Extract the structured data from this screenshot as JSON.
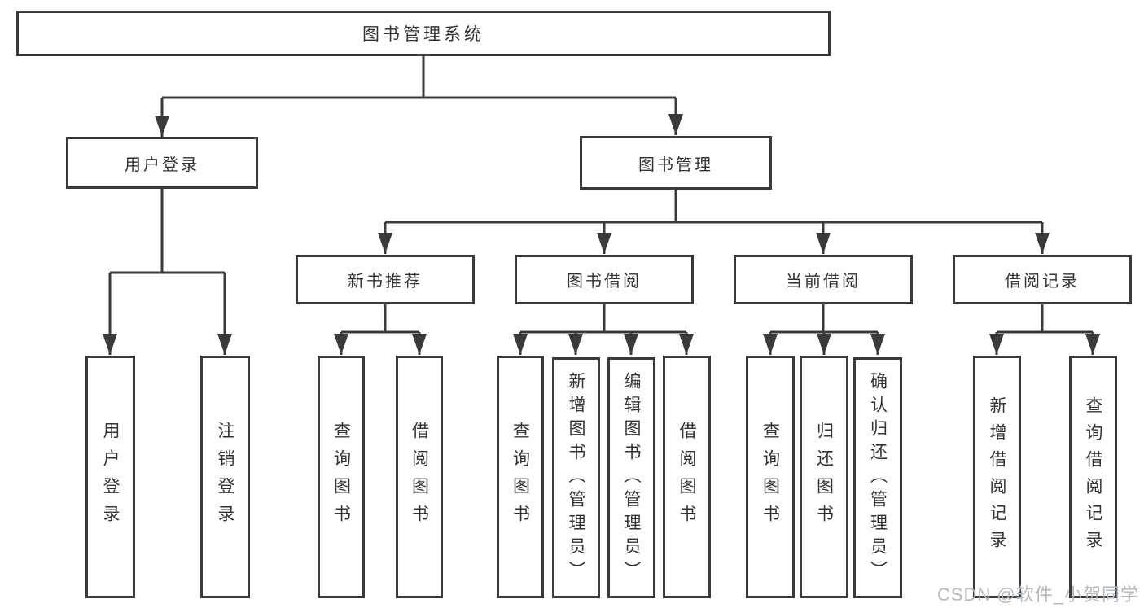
{
  "title": "图书管理系统",
  "level2": {
    "user_login": "用户登录",
    "book_management": "图书管理"
  },
  "level3": {
    "new_book_recommend": "新书推荐",
    "book_borrow": "图书借阅",
    "current_borrow": "当前借阅",
    "borrow_record": "借阅记录"
  },
  "leaves": {
    "user_login": [
      "用户登录",
      "注销登录"
    ],
    "new_book_recommend": [
      "查询图书",
      "借阅图书"
    ],
    "book_borrow": [
      "查询图书",
      "新增图书（管理员）",
      "编辑图书（管理员）",
      "借阅图书"
    ],
    "current_borrow": [
      "查询图书",
      "归还图书",
      "确认归还（管理员）"
    ],
    "borrow_record": [
      "新增借阅记录",
      "查询借阅记录"
    ]
  },
  "watermark": "CSDN @软件_小贺同学",
  "colors": {
    "line": "#3a3a3a",
    "text": "#333333",
    "bg": "#ffffff",
    "watermark": "#b3b9bd"
  }
}
